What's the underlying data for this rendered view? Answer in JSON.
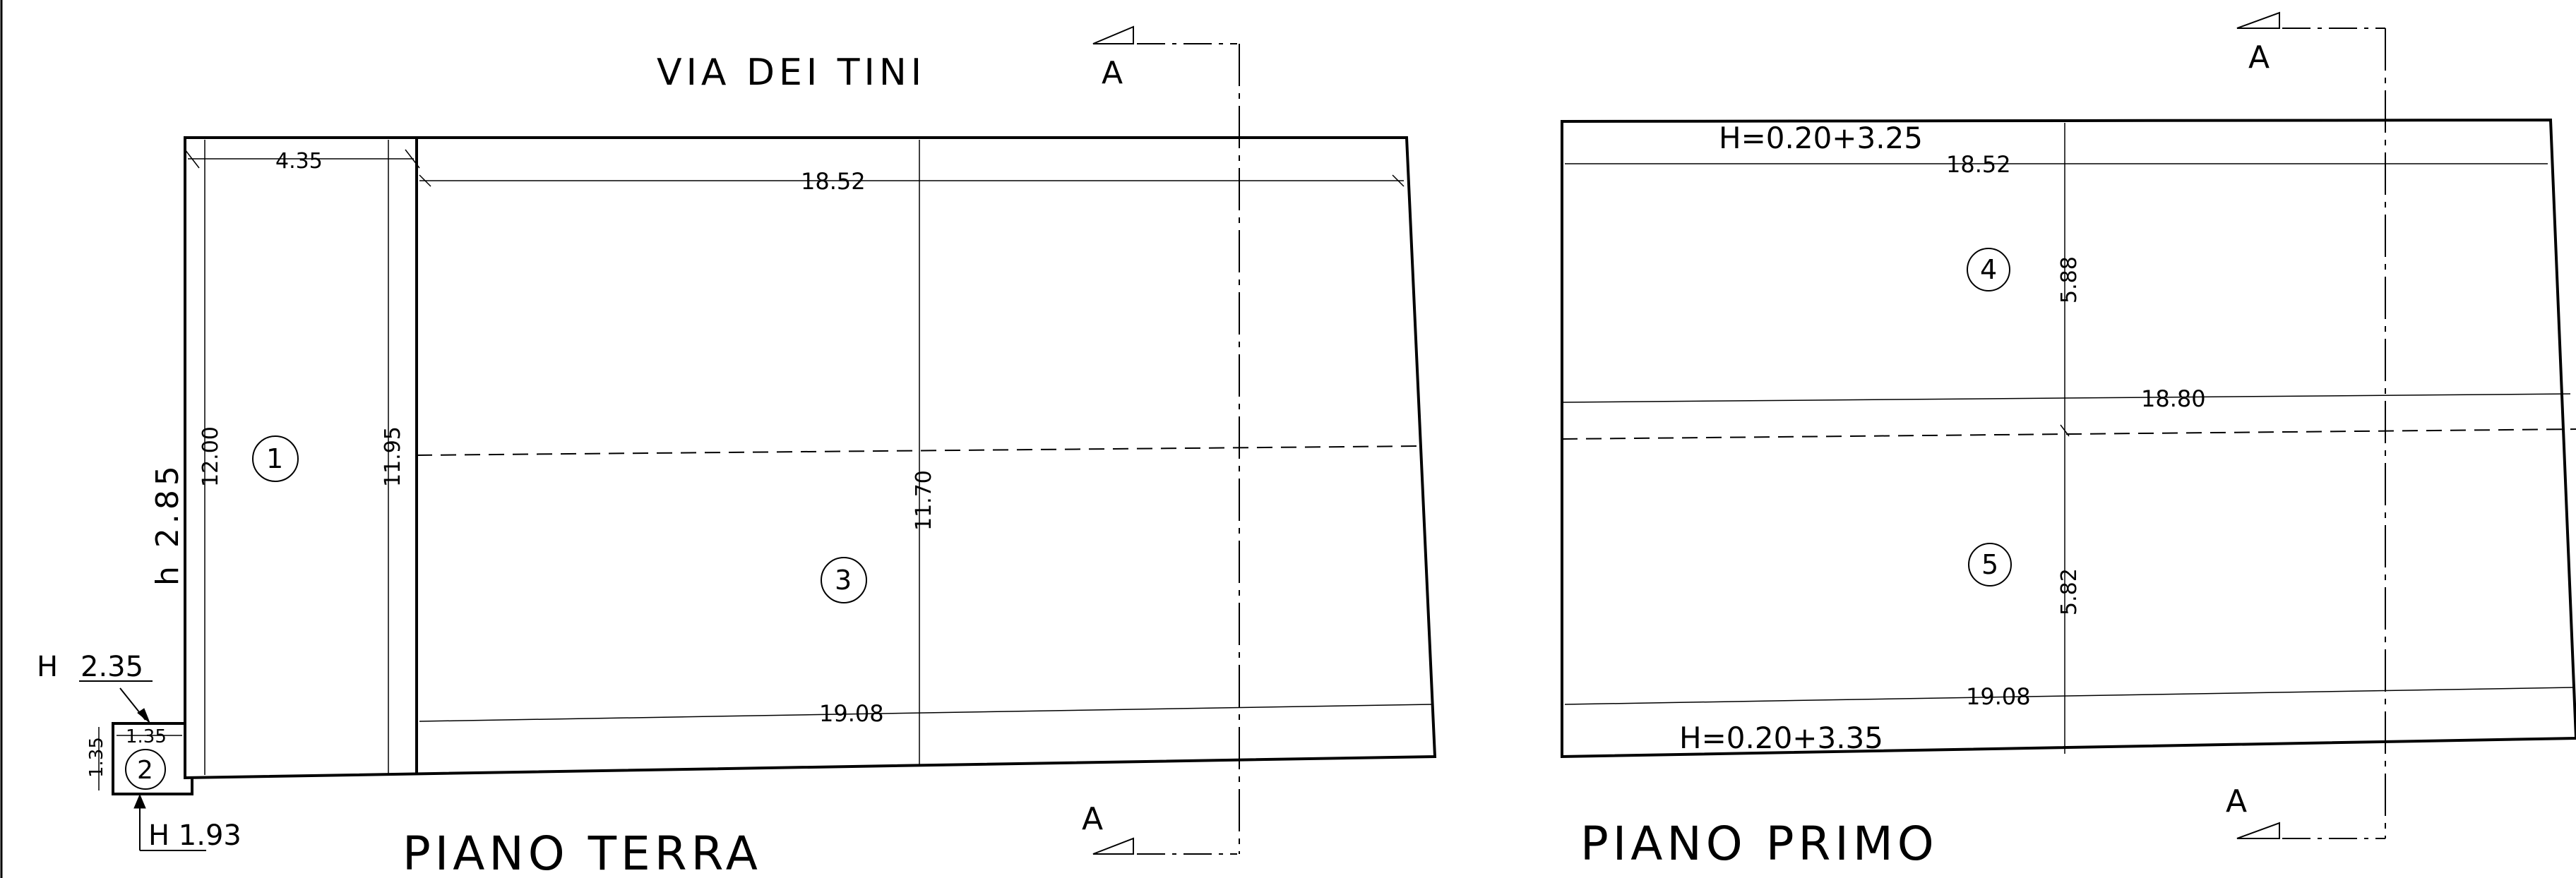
{
  "street": "VIA DEI TINI",
  "section_marks": {
    "top_left": "A",
    "bottom_left": "A",
    "top_right": "A",
    "bottom_right": "A"
  },
  "ground": {
    "title": "PIANO TERRA",
    "dims": {
      "top_small": "4.35",
      "top_big": "18.52",
      "left_room": "12.00",
      "inner": "11.95",
      "center": "11.70",
      "bottom": "19.08",
      "small_room": "1.35",
      "small_room_v": "1.35"
    },
    "height_label": "h 2.85",
    "H_upper": "H",
    "H_upper_value": "2.35",
    "H_lower": "H 1.93",
    "rooms": [
      "1",
      "2",
      "3"
    ]
  },
  "first": {
    "title": "PIANO PRIMO",
    "H_top": "H=0.20+3.25",
    "H_bottom": "H=0.20+3.35",
    "dims": {
      "top": "18.52",
      "mid": "18.80",
      "bottom": "19.08",
      "v_top": "5.88",
      "v_bottom": "5.82"
    },
    "rooms": [
      "4",
      "5"
    ]
  }
}
